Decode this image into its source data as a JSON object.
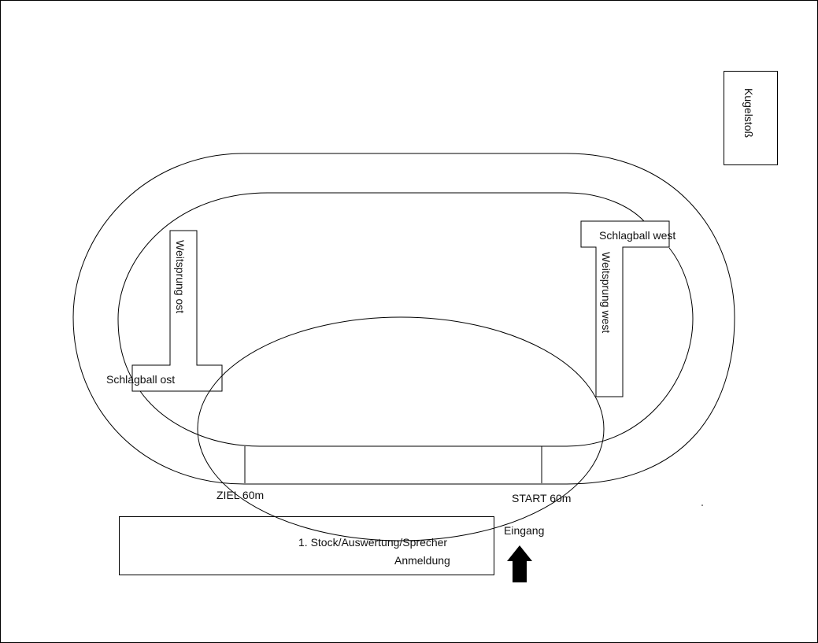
{
  "labels": {
    "kugelstoss": "Kugelstoß",
    "weitsprung_ost": "Weitsprung ost",
    "weitsprung_west": "Weitsprung west",
    "schlagball_west": "Schlagball west",
    "schlagball_ost": "Schlagball ost",
    "ziel": "ZIEL 60m",
    "start": "START 60m",
    "eingang": "Eingang",
    "building_line1": "1. Stock/Auswertung/Sprecher",
    "building_line2": "Anmeldung"
  },
  "colors": {
    "stroke": "#000000",
    "background": "#ffffff",
    "arrow": "#000000"
  }
}
